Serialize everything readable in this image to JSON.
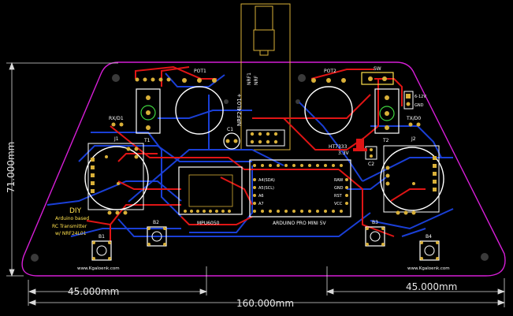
{
  "labels": {
    "pot1": "POT1",
    "pot2": "POT2",
    "nrf_top": "NRF1",
    "nrf_sub": "NRF",
    "nrf_vertical": "NRF24L01+",
    "sw": "SW",
    "power": "6-12V",
    "gnd": "GND",
    "rxd1": "RX/D1",
    "txd0": "TX/D0",
    "j1": "J1",
    "j2": "J2",
    "t1": "T1",
    "t2": "T2",
    "c1": "C1",
    "c2": "C2",
    "regulator": "HT7333",
    "reg_voltage": "3.3V",
    "mpu": "MPU6050",
    "arduino": "ARDUINO PRO MINI 5V",
    "diy": "DIY",
    "desc1": "Arduino based",
    "desc2": "RC Transmitter",
    "desc3": "w/ NRF24L01",
    "b1": "B1",
    "b2": "B2",
    "b3": "B3",
    "b4": "B4",
    "website_left": "www.Kgaloenk.com",
    "website_right": "www.Kgaloenk.com",
    "pin_a4": "A4(SDA)",
    "pin_a5": "A5(SCL)",
    "pin_a6": "A6",
    "pin_a7": "A7",
    "pin_raw": "RAW",
    "pin_gnd": "GND",
    "pin_rst": "RST",
    "pin_vcc": "VCC"
  },
  "dimensions": {
    "height": "71.000mm",
    "left_width": "45.000mm",
    "right_width": "45.000mm",
    "total_width": "160.000mm"
  },
  "colors": {
    "background": "#000000",
    "outline": "#d61ed6",
    "silkscreen": "#ffffff",
    "top_copper": "#e01515",
    "bottom_copper": "#1a3fd6",
    "pad": "#d9b038",
    "dimension": "#d9d9d9"
  }
}
